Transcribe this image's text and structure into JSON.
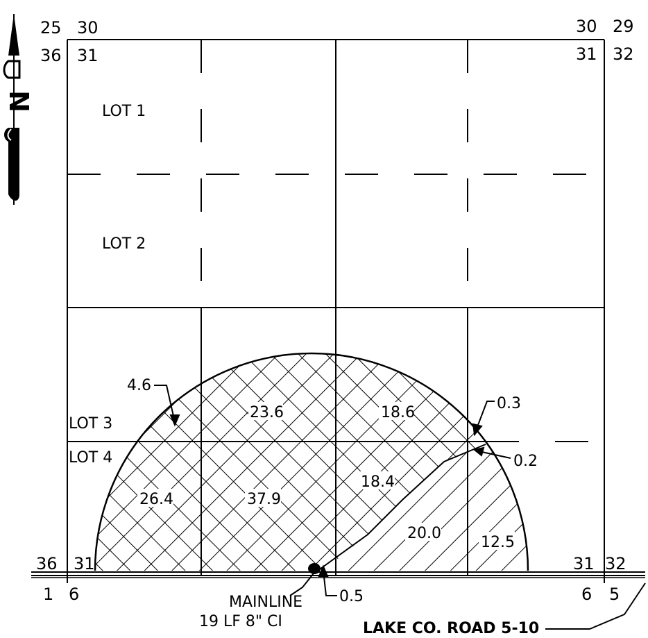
{
  "section_corners": {
    "top_left": [
      "25",
      "30",
      "36",
      "31"
    ],
    "top_right": [
      "30",
      "29",
      "31",
      "32"
    ],
    "bottom_left": [
      "36",
      "31",
      "1",
      "6"
    ],
    "bottom_right": [
      "31",
      "32",
      "6",
      "5"
    ]
  },
  "lots": [
    "LOT 1",
    "LOT 2",
    "LOT 3",
    "LOT 4"
  ],
  "area_labels": {
    "a1": "4.6",
    "a2": "23.6",
    "a3": "18.6",
    "a4": "0.3",
    "a5": "0.2",
    "a6": "26.4",
    "a7": "37.9",
    "a8": "18.4",
    "a9": "20.0",
    "a10": "12.5",
    "a11": "0.5"
  },
  "mainline": {
    "line1": "MAINLINE",
    "line2": "19 LF 8\" CI"
  },
  "road_label": "LAKE CO. ROAD 5-10",
  "north_arrow_letter": "N"
}
